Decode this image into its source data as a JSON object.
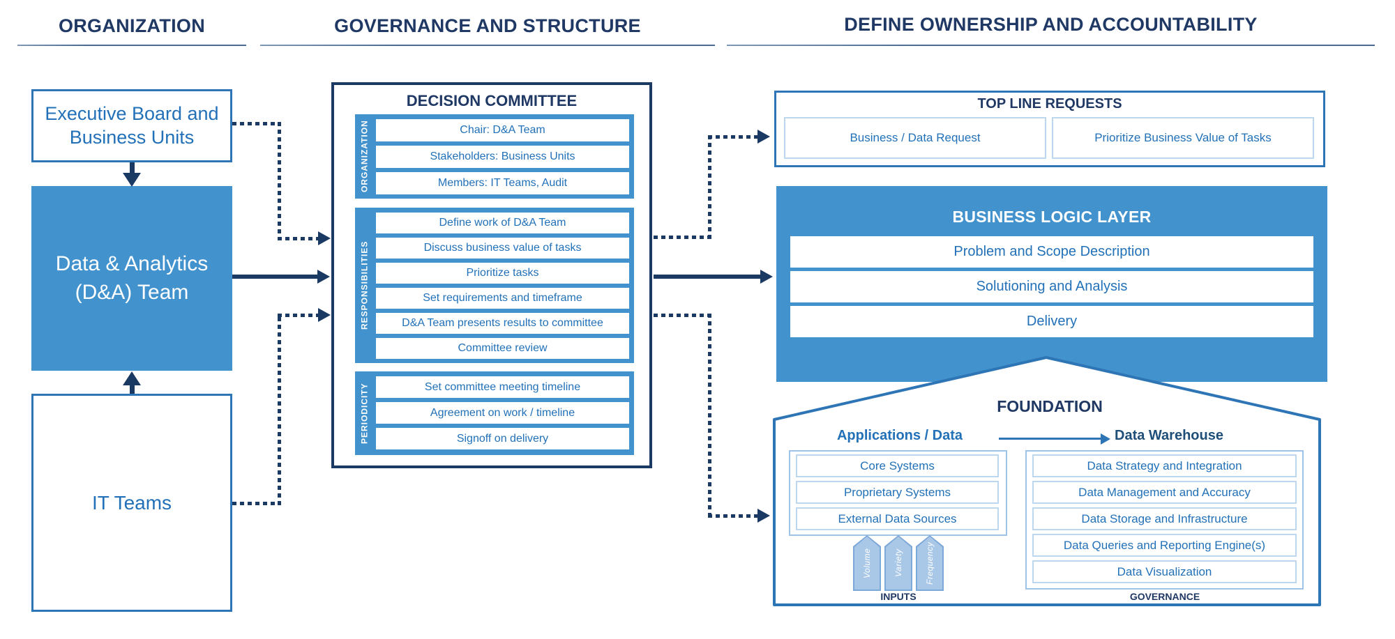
{
  "colors": {
    "navy": "#1b3a63",
    "accent_blue": "#2e75b6",
    "fill_blue": "#4292cd",
    "text_blue": "#2271b8",
    "light_border": "#bdd7ee",
    "chevron_fill": "#a9c7e7"
  },
  "headers": {
    "organization": "ORGANIZATION",
    "governance": "GOVERNANCE AND STRUCTURE",
    "ownership": "DEFINE OWNERSHIP AND ACCOUNTABILITY"
  },
  "org_column": {
    "executive_board": "Executive Board and Business Units",
    "dna_team": "Data & Analytics (D&A) Team",
    "it_teams": "IT Teams"
  },
  "decision_committee": {
    "title": "DECISION COMMITTEE",
    "groups": [
      {
        "label": "ORGANIZATION",
        "rows": [
          "Chair: D&A Team",
          "Stakeholders: Business Units",
          "Members: IT Teams, Audit"
        ]
      },
      {
        "label": "RESPONSIBILITIES",
        "rows": [
          "Define work of D&A Team",
          "Discuss business value of tasks",
          "Prioritize tasks",
          "Set requirements and timeframe",
          "D&A Team presents results to committee",
          "Committee review"
        ]
      },
      {
        "label": "PERIODICITY",
        "rows": [
          "Set committee meeting timeline",
          "Agreement on work / timeline",
          "Signoff on delivery"
        ]
      }
    ]
  },
  "top_line_requests": {
    "title": "TOP LINE REQUESTS",
    "items": [
      "Business / Data Request",
      "Prioritize Business Value of Tasks"
    ]
  },
  "business_logic_layer": {
    "title": "BUSINESS LOGIC LAYER",
    "rows": [
      "Problem and Scope Description",
      "Solutioning and Analysis",
      "Delivery"
    ]
  },
  "foundation": {
    "title": "FOUNDATION",
    "apps_label": "Applications / Data",
    "warehouse_label": "Data Warehouse",
    "applications": {
      "rows": [
        "Core Systems",
        "Proprietary Systems",
        "External Data Sources"
      ],
      "arrows": [
        "Volume",
        "Variety",
        "Frequency"
      ],
      "inputs_label": "INPUTS"
    },
    "warehouse": {
      "rows": [
        "Data Strategy and Integration",
        "Data Management and Accuracy",
        "Data Storage and Infrastructure",
        "Data Queries and Reporting Engine(s)",
        "Data Visualization"
      ],
      "governance_label": "GOVERNANCE"
    }
  }
}
